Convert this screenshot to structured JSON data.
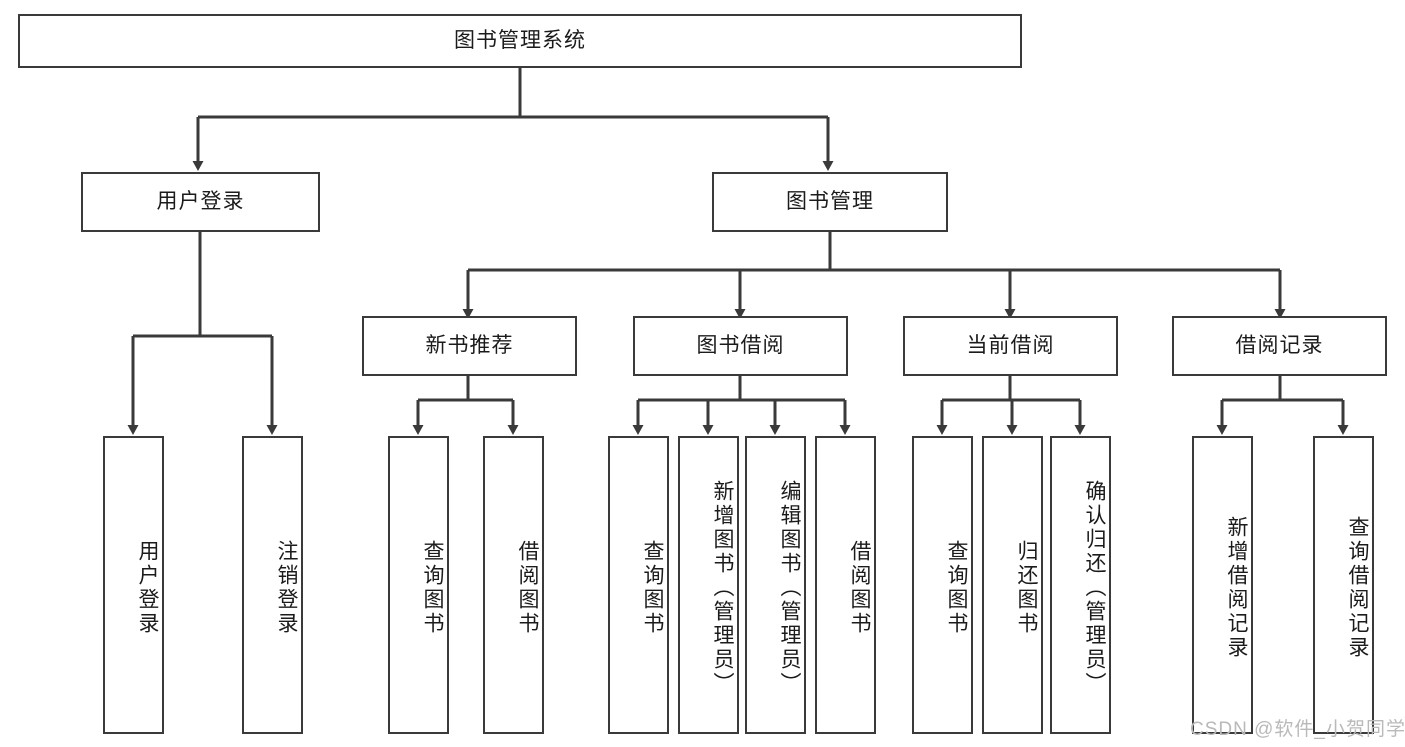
{
  "diagram": {
    "title_node": {
      "label": "图书管理系统"
    },
    "level2": [
      {
        "label": "用户登录"
      },
      {
        "label": "图书管理"
      }
    ],
    "level3": [
      {
        "label": "新书推荐"
      },
      {
        "label": "图书借阅"
      },
      {
        "label": "当前借阅"
      },
      {
        "label": "借阅记录"
      }
    ],
    "leaves": {
      "user_login": [
        {
          "label": "用户登录"
        },
        {
          "label": "注销登录"
        }
      ],
      "new_book": [
        {
          "label": "查询图书"
        },
        {
          "label": "借阅图书"
        }
      ],
      "book_borrow": [
        {
          "label": "查询图书"
        },
        {
          "label": "新增图书（管理员）"
        },
        {
          "label": "编辑图书（管理员）"
        },
        {
          "label": "借阅图书"
        }
      ],
      "current_borrow": [
        {
          "label": "查询图书"
        },
        {
          "label": "归还图书"
        },
        {
          "label": "确认归还（管理员）"
        }
      ],
      "borrow_record": [
        {
          "label": "新增借阅记录"
        },
        {
          "label": "查询借阅记录"
        }
      ]
    }
  },
  "watermark": {
    "text": "CSDN @软件_小贺同学"
  },
  "colors": {
    "stroke": "#3a3a3a",
    "text": "#1b1b1b",
    "background": "#ffffff",
    "watermark": "#b9b9b9"
  }
}
